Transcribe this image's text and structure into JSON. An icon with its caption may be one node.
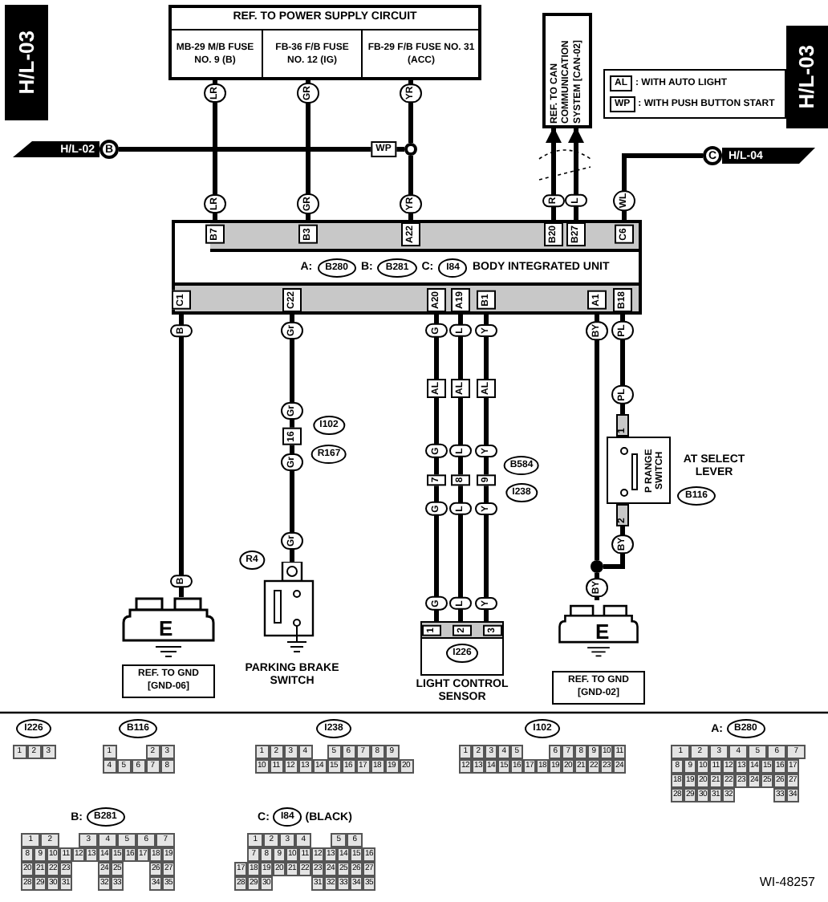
{
  "diagram": {
    "nodes": [
      {
        "text": [
          "REF. TO POWER SUPPLY CIRCUIT"
        ]
      },
      {
        "text": [
          "MB-29 M/B FUSE NO. 9 (B)"
        ],
        "in": 0
      },
      {
        "text": [
          "FB-36 F/B FUSE NO. 12 (IG)"
        ],
        "in": 0
      },
      {
        "text": [
          "FB-29 F/B FUSE NO. 31 (ACC)"
        ],
        "in": 0
      },
      {
        "text": [
          "H/L-02",
          "B"
        ]
      },
      {
        "text": [],
        "shape": "circle"
      },
      {
        "text": [
          "REF. TO CAN COMMUNICATION SYSTEM [CAN-02]"
        ]
      },
      {
        "text": [
          "C",
          "H/L-04"
        ]
      },
      {
        "text": [
          "A:",
          "B280",
          "B:",
          "B281",
          "C:",
          "I84",
          "BODY INTEGRATED UNIT"
        ]
      },
      {
        "text": [
          "E"
        ]
      },
      {
        "text": [
          "REF. TO GND [GND-06]"
        ]
      },
      {
        "text": [],
        "shape": "switch",
        "beside": [
          "PARKING BRAKE SWITCH"
        ]
      },
      {
        "text": [
          "1",
          "2",
          "3",
          "I226"
        ],
        "beside": [
          "LIGHT CONTROL SENSOR"
        ]
      },
      {
        "text": [
          "1",
          "P RANGE SWITCH",
          "2"
        ],
        "beside": [
          "AT SELECT LEVER",
          "B116"
        ]
      },
      {
        "text": [],
        "shape": "circle"
      },
      {
        "text": [
          "E"
        ]
      },
      {
        "text": [
          "REF. TO GND [GND-02]"
        ]
      }
    ],
    "edges": [
      {
        "from": 1,
        "to": 8,
        "arrow": "none"
      },
      {
        "from": 2,
        "to": 8,
        "arrow": "none"
      },
      {
        "from": 3,
        "to": 5,
        "arrow": "none"
      },
      {
        "from": 4,
        "to": 5,
        "arrow": "none"
      },
      {
        "from": 5,
        "to": 8,
        "arrow": "none"
      },
      {
        "from": 8,
        "to": 6,
        "arrow": "to"
      },
      {
        "from": 8,
        "to": 6,
        "arrow": "to"
      },
      {
        "from": 7,
        "to": 8,
        "arrow": "none"
      },
      {
        "from": 8,
        "to": 9,
        "arrow": "none"
      },
      {
        "from": 8,
        "to": 11,
        "arrow": "none"
      },
      {
        "from": 8,
        "to": 12,
        "arrow": "none"
      },
      {
        "from": 8,
        "to": 12,
        "arrow": "none"
      },
      {
        "from": 8,
        "to": 12,
        "arrow": "none"
      },
      {
        "from": 8,
        "to": 13,
        "arrow": "none"
      },
      {
        "from": 8,
        "to": 14,
        "arrow": "none"
      },
      {
        "from": 13,
        "to": 14,
        "arrow": "none"
      },
      {
        "from": 14,
        "to": 15,
        "arrow": "none"
      }
    ],
    "labels": [
      "H/L-03",
      "H/L-03",
      "AL",
      ": WITH AUTO LIGHT",
      "WP",
      ": WITH PUSH BUTTON START",
      "LR",
      "GR",
      "YR",
      "WP",
      "LR",
      "GR",
      "YR",
      "R",
      "L",
      "WL",
      "B7",
      "B3",
      "A22",
      "B20",
      "B27",
      "C6",
      "C1",
      "C22",
      "A20",
      "A19",
      "B1",
      "A1",
      "B18",
      "B",
      "Gr",
      "G",
      "L",
      "Y",
      "BY",
      "PL",
      "AL",
      "AL",
      "AL",
      "Gr",
      "16",
      "Gr",
      "I102",
      "R167",
      "G",
      "L",
      "Y",
      "7",
      "8",
      "9",
      "G",
      "L",
      "Y",
      "B584",
      "I238",
      "PL",
      "R4",
      "Gr",
      "BY",
      "B",
      "BY",
      "G",
      "L",
      "Y",
      "I226",
      "1",
      "2",
      "3",
      "B116",
      "1",
      "2",
      "3",
      "4",
      "5",
      "6",
      "7",
      "8",
      "I238",
      "1",
      "2",
      "3",
      "4",
      "5",
      "6",
      "7",
      "8",
      "9",
      "10",
      "11",
      "12",
      "13",
      "14",
      "15",
      "16",
      "17",
      "18",
      "19",
      "20",
      "I102",
      "1",
      "2",
      "3",
      "4",
      "5",
      "6",
      "7",
      "8",
      "9",
      "10",
      "11",
      "12",
      "13",
      "14",
      "15",
      "16",
      "17",
      "18",
      "19",
      "20",
      "21",
      "22",
      "23",
      "24",
      "A:",
      "B280",
      "1",
      "2",
      "3",
      "4",
      "5",
      "6",
      "7",
      "8",
      "9",
      "10",
      "11",
      "12",
      "13",
      "14",
      "15",
      "16",
      "17",
      "18",
      "19",
      "20",
      "21",
      "22",
      "23",
      "24",
      "25",
      "26",
      "27",
      "28",
      "29",
      "30",
      "31",
      "32",
      "33",
      "34",
      "B:",
      "B281",
      "1",
      "2",
      "3",
      "4",
      "5",
      "6",
      "7",
      "8",
      "9",
      "10",
      "11",
      "12",
      "13",
      "14",
      "15",
      "16",
      "17",
      "18",
      "19",
      "20",
      "21",
      "22",
      "23",
      "24",
      "25",
      "26",
      "27",
      "28",
      "29",
      "30",
      "31",
      "32",
      "33",
      "34",
      "35",
      "C:",
      "I84",
      "(BLACK)",
      "1",
      "2",
      "3",
      "4",
      "5",
      "6",
      "7",
      "8",
      "9",
      "10",
      "11",
      "12",
      "13",
      "14",
      "15",
      "16",
      "17",
      "18",
      "19",
      "20",
      "21",
      "22",
      "23",
      "24",
      "25",
      "26",
      "27",
      "28",
      "29",
      "30",
      "31",
      "32",
      "33",
      "34",
      "35",
      "WI-48257"
    ]
  }
}
